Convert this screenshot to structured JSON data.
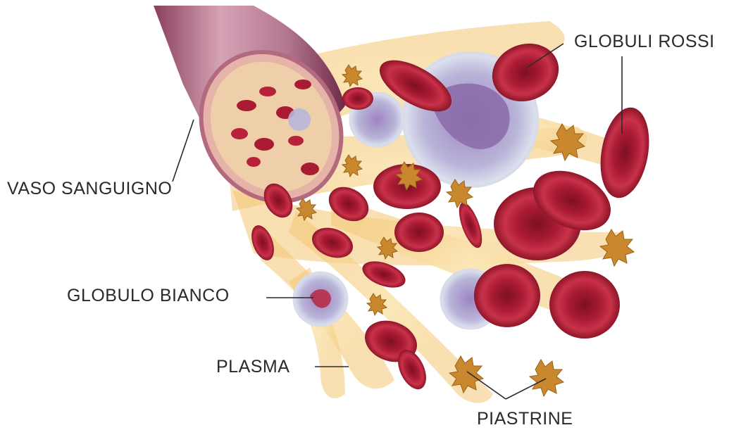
{
  "labels": {
    "globuli_rossi": "GLOBULI ROSSI",
    "vaso_sanguigno": "VASO SANGUIGNO",
    "globulo_bianco": "GLOBULO BIANCO",
    "plasma": "PLASMA",
    "piastrine": "PIASTRINE"
  },
  "colors": {
    "red_cell": "#b8213a",
    "red_cell_dark": "#8e1528",
    "white_cell": "#b7b6d8",
    "white_cell_nucleus": "#8a6aa8",
    "plasma": "#f3c776",
    "platelet": "#c9882e",
    "vessel": "#c48ca0",
    "label_text": "#2a2a2a"
  }
}
